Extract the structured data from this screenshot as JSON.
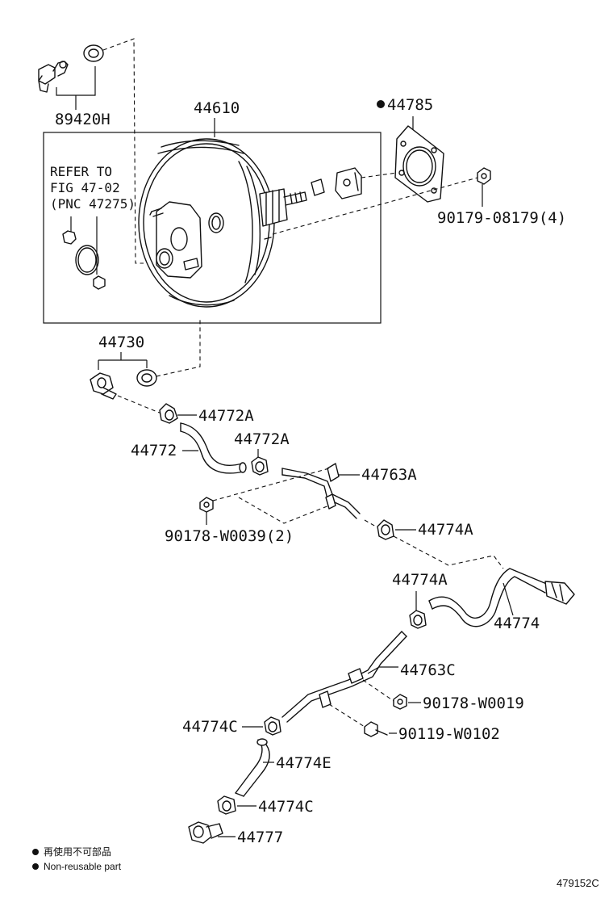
{
  "callouts": {
    "p89420h": "89420H",
    "p44610": "44610",
    "p44785": "44785",
    "p90179": "90179-08179(4)",
    "p44730": "44730",
    "p44772a_1": "44772A",
    "p44772": "44772",
    "p44772a_2": "44772A",
    "p44763a": "44763A",
    "p90178_w0039": "90178-W0039(2)",
    "p44774a_1": "44774A",
    "p44774a_2": "44774A",
    "p44774": "44774",
    "p44763c": "44763C",
    "p90178_w0019": "90178-W0019",
    "p44774c_1": "44774C",
    "p90119_w0102": "90119-W0102",
    "p44774e": "44774E",
    "p44774c_2": "44774C",
    "p44777": "44777"
  },
  "reference": {
    "line1": "REFER TO",
    "line2": "FIG 47-02",
    "line3": "(PNC 47275)"
  },
  "legend": {
    "zh": "再使用不可部品",
    "en": "Non-reusable part"
  },
  "figure_number": "479152C"
}
